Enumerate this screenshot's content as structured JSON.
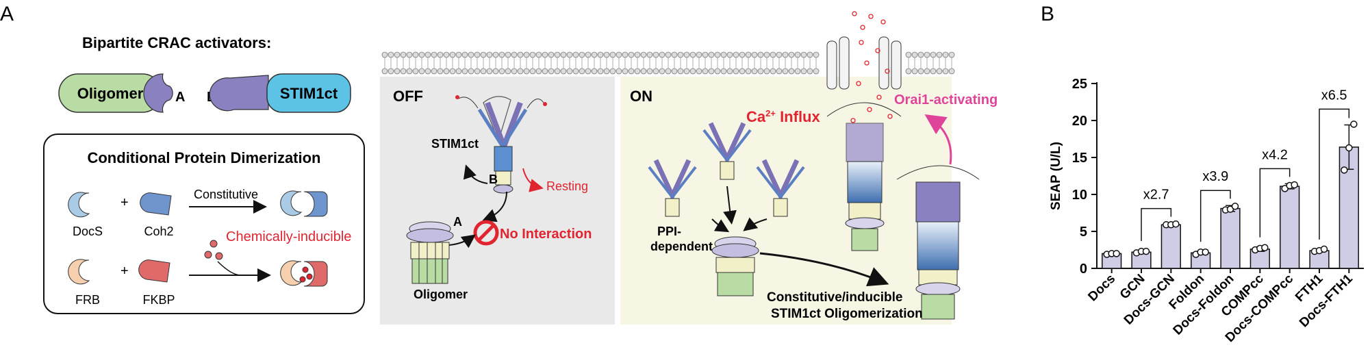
{
  "panel_a": {
    "letter": "A",
    "title": "Bipartite CRAC activators:",
    "activator": {
      "oligomer": "Oligomer",
      "a": "A",
      "b": "B",
      "stim": "STIM1ct"
    },
    "cpd": {
      "title": "Conditional Protein Dimerization",
      "docs": "DocS",
      "coh2": "Coh2",
      "plus": "+",
      "constitutive": "Constitutive",
      "chem": "Chemically-inducible",
      "frb": "FRB",
      "fkbp": "FKBP"
    },
    "off": {
      "label": "OFF",
      "stim": "STIM1ct",
      "b": "B",
      "a": "A",
      "resting": "Resting",
      "no_interaction": "No Interaction",
      "oligomer": "Oligomer"
    },
    "on": {
      "label": "ON",
      "ca_influx_pre": "Ca",
      "ca_sup": "2+",
      "ca_influx_post": " Influx",
      "orai": "Orai1-activating",
      "ppi1": "PPI-",
      "ppi2": "dependent",
      "const1": "Constitutive/inducible",
      "const2": "STIM1ct Oligomerization"
    }
  },
  "panel_b": {
    "letter": "B"
  },
  "colors": {
    "oligomer": "#b9dca4",
    "stim": "#5cc3e6",
    "docs": "#a9cbe6",
    "coh2": "#6f95cf",
    "frb": "#f6cfae",
    "fkbp": "#e06a6a",
    "purple": "#8a82c0",
    "red": "#e02430",
    "magenta": "#e0449a",
    "bar": "#cfcde6",
    "off_bg": "#e9e9e9",
    "on_bg": "#f7f5e4"
  },
  "chart_data": {
    "type": "bar",
    "ylabel": "SEAP (U/L)",
    "ylim": [
      0,
      25
    ],
    "yticks": [
      0,
      5,
      10,
      15,
      20,
      25
    ],
    "categories": [
      "Docs",
      "GCN",
      "Docs-GCN",
      "Foldon",
      "Docs-Foldon",
      "COMPcc",
      "Docs-COMPcc",
      "FTH1",
      "Docs-FTH1"
    ],
    "values": [
      2.0,
      2.2,
      5.9,
      2.1,
      8.1,
      2.6,
      11.1,
      2.4,
      16.4
    ],
    "errors": [
      0.15,
      0.2,
      0.15,
      0.2,
      0.4,
      0.3,
      0.35,
      0.2,
      3.0
    ],
    "points": [
      [
        1.9,
        2.0,
        2.0
      ],
      [
        2.1,
        2.3,
        2.3
      ],
      [
        5.9,
        5.9,
        6.0
      ],
      [
        1.9,
        2.2,
        2.2
      ],
      [
        7.9,
        8.0,
        8.4
      ],
      [
        2.5,
        2.7,
        2.8
      ],
      [
        10.8,
        11.2,
        11.3
      ],
      [
        2.3,
        2.4,
        2.6
      ],
      [
        13.3,
        16.3,
        19.5
      ]
    ],
    "fold_changes": [
      {
        "pair": [
          1,
          2
        ],
        "label": "x2.7"
      },
      {
        "pair": [
          3,
          4
        ],
        "label": "x3.9"
      },
      {
        "pair": [
          5,
          6
        ],
        "label": "x4.2"
      },
      {
        "pair": [
          7,
          8
        ],
        "label": "x6.5"
      }
    ],
    "grid": false,
    "legend": "none"
  }
}
